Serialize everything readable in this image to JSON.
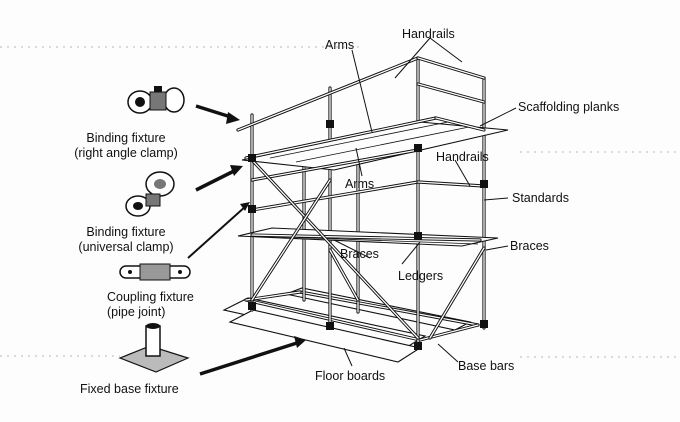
{
  "labels": {
    "arms_top": "Arms",
    "handrails_top": "Handrails",
    "scaffolding_planks": "Scaffolding planks",
    "handrails_mid": "Handrails",
    "arms_mid": "Arms",
    "standards": "Standards",
    "braces_right": "Braces",
    "braces_center": "Braces",
    "ledgers": "Ledgers",
    "base_bars": "Base bars",
    "floor_boards": "Floor boards"
  },
  "fixtures": [
    {
      "line1": "Binding fixture",
      "line2": "(right angle clamp)",
      "icon": "right-angle-clamp-icon"
    },
    {
      "line1": "Binding fixture",
      "line2": "(universal clamp)",
      "icon": "universal-clamp-icon"
    },
    {
      "line1": "Coupling fixture",
      "line2": "(pipe joint)",
      "icon": "pipe-joint-icon"
    },
    {
      "line1": "Fixed base fixture",
      "line2": "",
      "icon": "base-plate-icon"
    }
  ]
}
